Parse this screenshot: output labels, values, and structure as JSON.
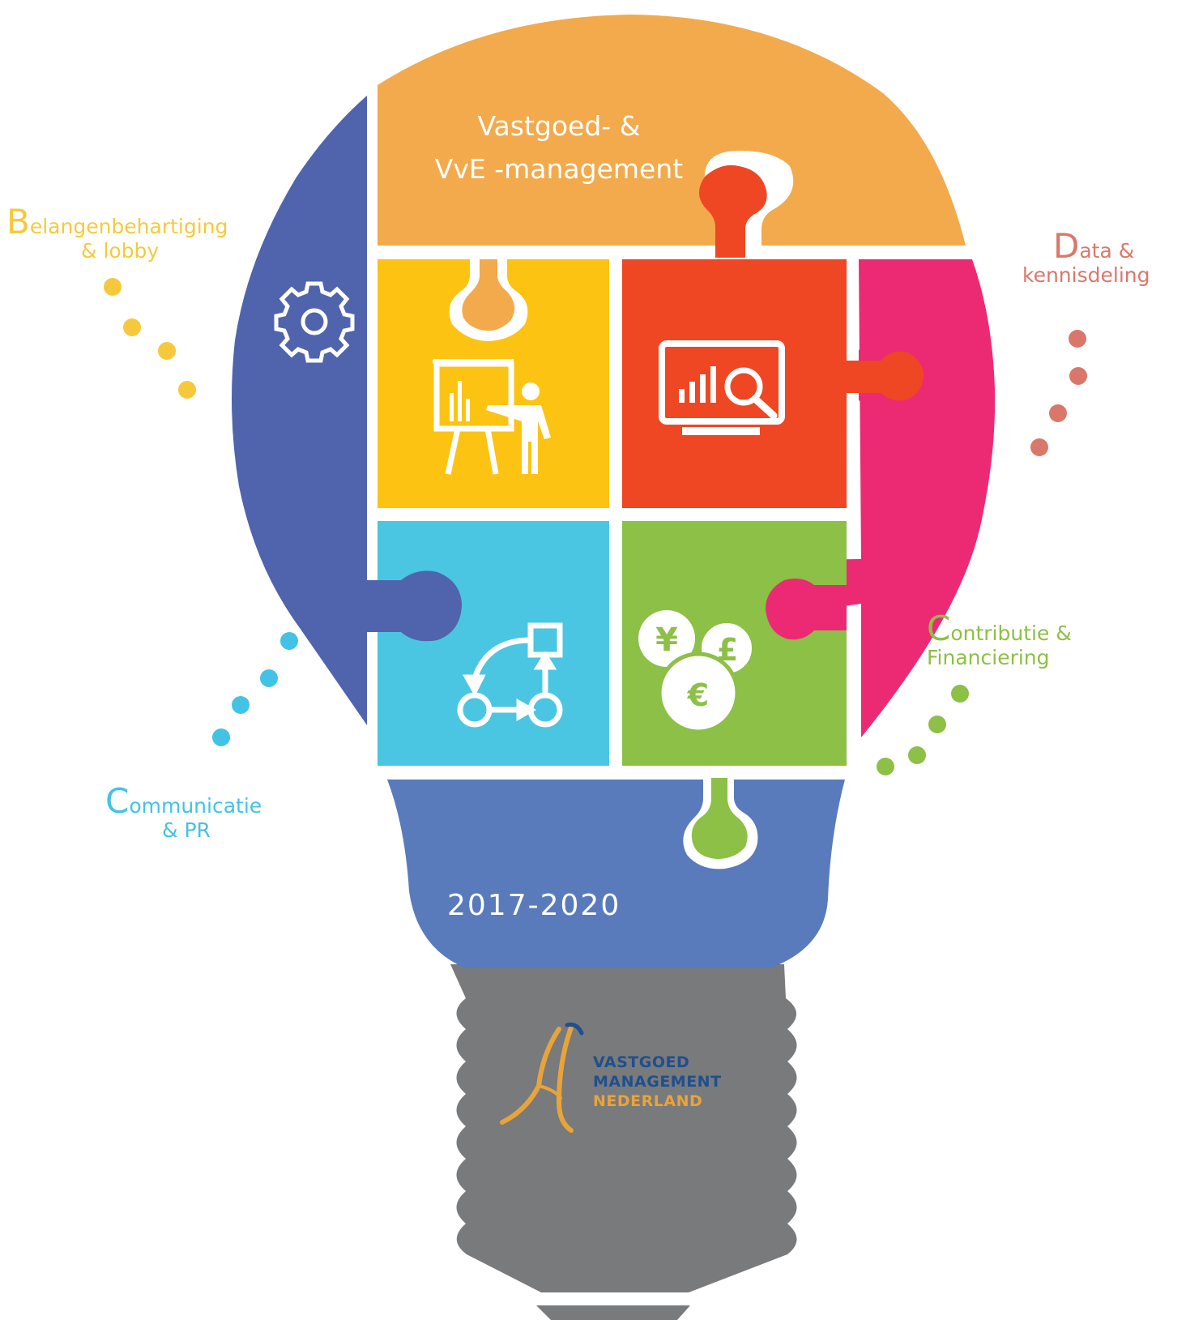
{
  "center": {
    "title_line1": "Vastgoed- &",
    "title_line2": "VvE -management",
    "years": "2017-2020"
  },
  "themes": {
    "belangen": {
      "initial": "B",
      "rest": "elangenbehartiging",
      "line2": "& lobby"
    },
    "data": {
      "initial": "D",
      "rest": "ata &",
      "line2": "kennisdeling"
    },
    "contributie": {
      "initial": "C",
      "rest": "ontributie &",
      "line2": "Financiering"
    },
    "communicatie": {
      "initial": "C",
      "rest": "ommunicatie",
      "line2": "& PR"
    }
  },
  "logo": {
    "line1": "VASTGOED",
    "line2": "MANAGEMENT",
    "line3": "NEDERLAND"
  },
  "icons": {
    "gear": "gear-icon",
    "presenter": "presentation-icon",
    "monitor": "analytics-monitor-icon",
    "workflow": "workflow-icon",
    "currency": "currency-coins-icon",
    "euro": "€",
    "yen": "¥",
    "pound": "£"
  },
  "colors": {
    "blue_left": "#4f64ad",
    "orange_top": "#f2aa4c",
    "yellow": "#fcc313",
    "red": "#ef4623",
    "pink": "#ec2a74",
    "cyan": "#4ac6e2",
    "green": "#8cc046",
    "base_blue": "#597bbc",
    "socket_grey": "#797a7c"
  }
}
